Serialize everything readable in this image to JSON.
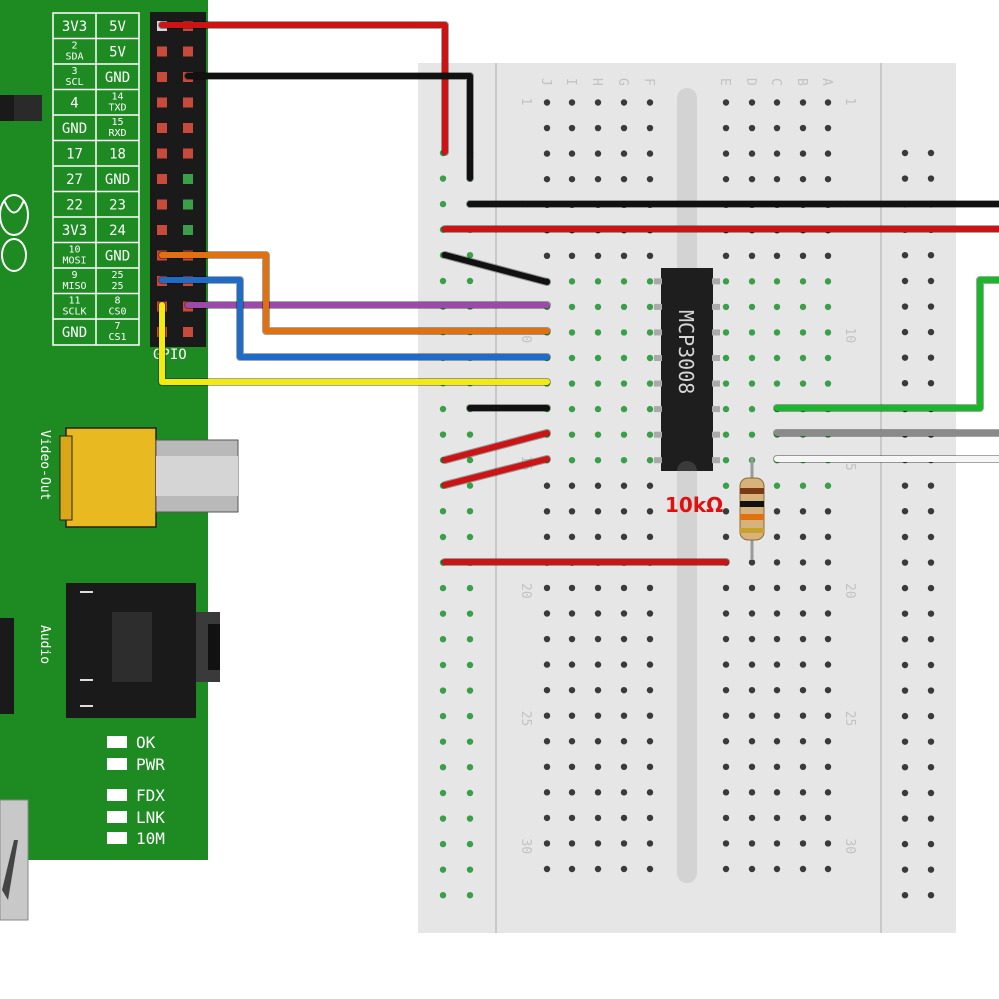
{
  "pi": {
    "gpio_pins": [
      [
        "3V3",
        "5V"
      ],
      [
        "SDA",
        "5V"
      ],
      [
        "SCL",
        "GND"
      ],
      [
        "4",
        "TXD"
      ],
      [
        "GND",
        "RXD"
      ],
      [
        "17",
        "18"
      ],
      [
        "27",
        "GND"
      ],
      [
        "22",
        "23"
      ],
      [
        "3V3",
        "24"
      ],
      [
        "MOSI",
        "GND"
      ],
      [
        "MISO",
        "25"
      ],
      [
        "SCLK",
        "CS0"
      ],
      [
        "GND",
        "CS1"
      ]
    ],
    "gpio_pin_numbers": [
      [
        "",
        ""
      ],
      [
        "2",
        ""
      ],
      [
        "3",
        ""
      ],
      [
        "",
        "14"
      ],
      [
        "",
        "15"
      ],
      [
        "",
        ""
      ],
      [
        "",
        ""
      ],
      [
        "",
        ""
      ],
      [
        "",
        ""
      ],
      [
        "10",
        ""
      ],
      [
        "9",
        "25"
      ],
      [
        "11",
        "8"
      ],
      [
        "",
        "7"
      ]
    ],
    "gpio_title": "GPIO",
    "video_label": "Video-Out",
    "audio_label": "Audio",
    "leds": [
      "OK",
      "PWR",
      "FDX",
      "LNK",
      "10M"
    ]
  },
  "breadboard": {
    "columns_left": [
      "J",
      "I",
      "H",
      "G",
      "F"
    ],
    "columns_right": [
      "E",
      "D",
      "C",
      "B",
      "A"
    ],
    "row_numbers": [
      "1",
      "5",
      "10",
      "15",
      "20",
      "25",
      "30"
    ]
  },
  "chip": {
    "label": "MCP3008"
  },
  "resistor": {
    "label": "10kΩ"
  },
  "colors": {
    "pi_green": "#1e8a22",
    "breadboard": "#e6e6e6",
    "wire_red": "#cc1414",
    "wire_black": "#111111",
    "wire_orange": "#e07010",
    "wire_blue": "#1e6cc8",
    "wire_purple": "#9a4aa8",
    "wire_yellow": "#f3ea12",
    "wire_green": "#19b82a",
    "wire_gray": "#8a8a8a",
    "wire_white": "#f6f6f6"
  }
}
